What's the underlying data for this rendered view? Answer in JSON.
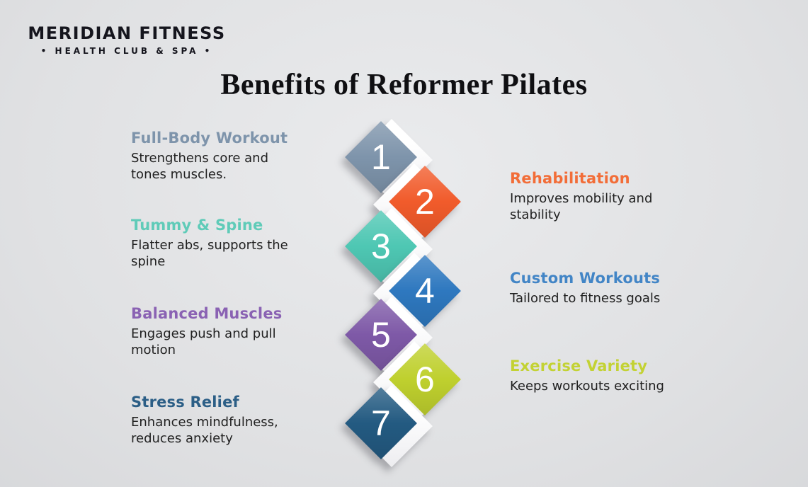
{
  "brand": {
    "name": "MERIDIAN FITNESS",
    "tagline": "• HEALTH CLUB & SPA •"
  },
  "page_title": "Benefits of Reformer Pilates",
  "theme": {
    "background": "#e0e1e3",
    "plate": "#ffffff",
    "body_text": "#212121",
    "title_text": "#0f0f12"
  },
  "benefits": [
    {
      "number": "1",
      "title": "Full-Body Workout",
      "description": "Strengthens core and\ntones muscles.",
      "color": "#7e94ab",
      "title_color": "#7e94ab",
      "side": "left"
    },
    {
      "number": "2",
      "title": "Rehabilitation",
      "description": "Improves mobility and\nstability",
      "color": "#f15b2b",
      "title_color": "#f26d38",
      "side": "right"
    },
    {
      "number": "3",
      "title": "Tummy & Spine",
      "description": "Flatter abs, supports the\nspine",
      "color": "#4ec7b3",
      "title_color": "#5fcbb8",
      "side": "left"
    },
    {
      "number": "4",
      "title": "Custom Workouts",
      "description": "Tailored to fitness goals",
      "color": "#2e78bf",
      "title_color": "#4285c6",
      "side": "right"
    },
    {
      "number": "5",
      "title": "Balanced Muscles",
      "description": "Engages push and pull\nmotion",
      "color": "#7e59a7",
      "title_color": "#8a62b3",
      "side": "left"
    },
    {
      "number": "6",
      "title": "Exercise Variety",
      "description": "Keeps workouts exciting",
      "color": "#bfd02e",
      "title_color": "#c3d233",
      "side": "right"
    },
    {
      "number": "7",
      "title": "Stress Relief",
      "description": "Enhances mindfulness,\nreduces anxiety",
      "color": "#235a81",
      "title_color": "#2b5e86",
      "side": "left"
    }
  ]
}
